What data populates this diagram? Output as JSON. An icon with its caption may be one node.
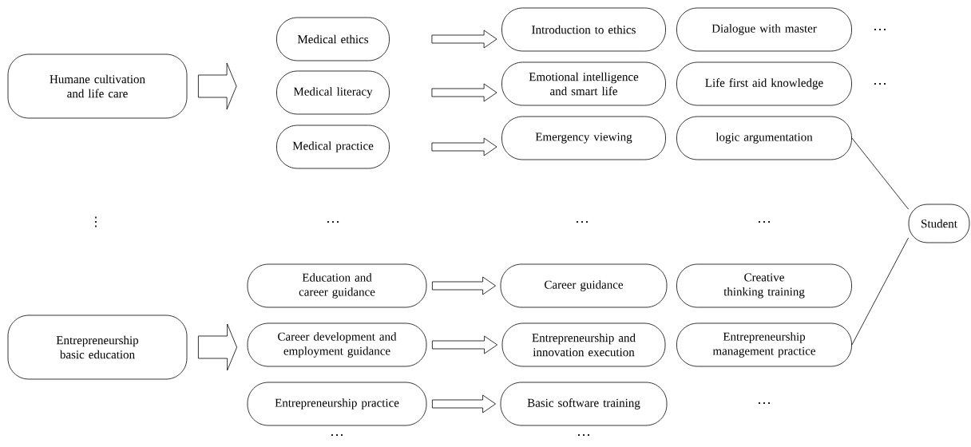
{
  "diagram": {
    "nodes": [
      {
        "text": [
          "Humane cultivation and life care"
        ]
      },
      {
        "text": [
          "Medical ethics"
        ]
      },
      {
        "text": [
          "Medical literacy"
        ]
      },
      {
        "text": [
          "Medical practice"
        ]
      },
      {
        "text": [
          "Introduction to ethics"
        ]
      },
      {
        "text": [
          "Dialogue with master"
        ]
      },
      {
        "text": [
          "Emotional intelligence and smart life"
        ]
      },
      {
        "text": [
          "Life first aid knowledge"
        ]
      },
      {
        "text": [
          "Emergency viewing"
        ]
      },
      {
        "text": [
          "logic argumentation"
        ]
      },
      {
        "text": [
          "Student"
        ]
      },
      {
        "text": [
          "Entrepreneurship basic education"
        ]
      },
      {
        "text": [
          "Education and career guidance"
        ]
      },
      {
        "text": [
          "Career development and employment guidance"
        ]
      },
      {
        "text": [
          "Entrepreneurship practice"
        ]
      },
      {
        "text": [
          "Career guidance"
        ]
      },
      {
        "text": [
          "Creative thinking training"
        ]
      },
      {
        "text": [
          "Entrepreneurship and innovation execution"
        ]
      },
      {
        "text": [
          "Entrepreneurship management practice"
        ]
      },
      {
        "text": [
          "Basic software training"
        ]
      }
    ],
    "edges": [
      {
        "from": 0,
        "to": 2,
        "arrow": "to"
      },
      {
        "from": 1,
        "to": 4,
        "arrow": "to"
      },
      {
        "from": 2,
        "to": 6,
        "arrow": "to"
      },
      {
        "from": 3,
        "to": 8,
        "arrow": "to"
      },
      {
        "from": 9,
        "to": 10,
        "arrow": "none"
      },
      {
        "from": 11,
        "to": 13,
        "arrow": "to"
      },
      {
        "from": 12,
        "to": 15,
        "arrow": "to"
      },
      {
        "from": 13,
        "to": 17,
        "arrow": "to"
      },
      {
        "from": 14,
        "to": 19,
        "arrow": "to"
      },
      {
        "from": 18,
        "to": 10,
        "arrow": "none"
      }
    ],
    "labels": [
      "…",
      "…",
      "⋮",
      "…",
      "…",
      "…",
      "…",
      "…",
      "…"
    ]
  }
}
